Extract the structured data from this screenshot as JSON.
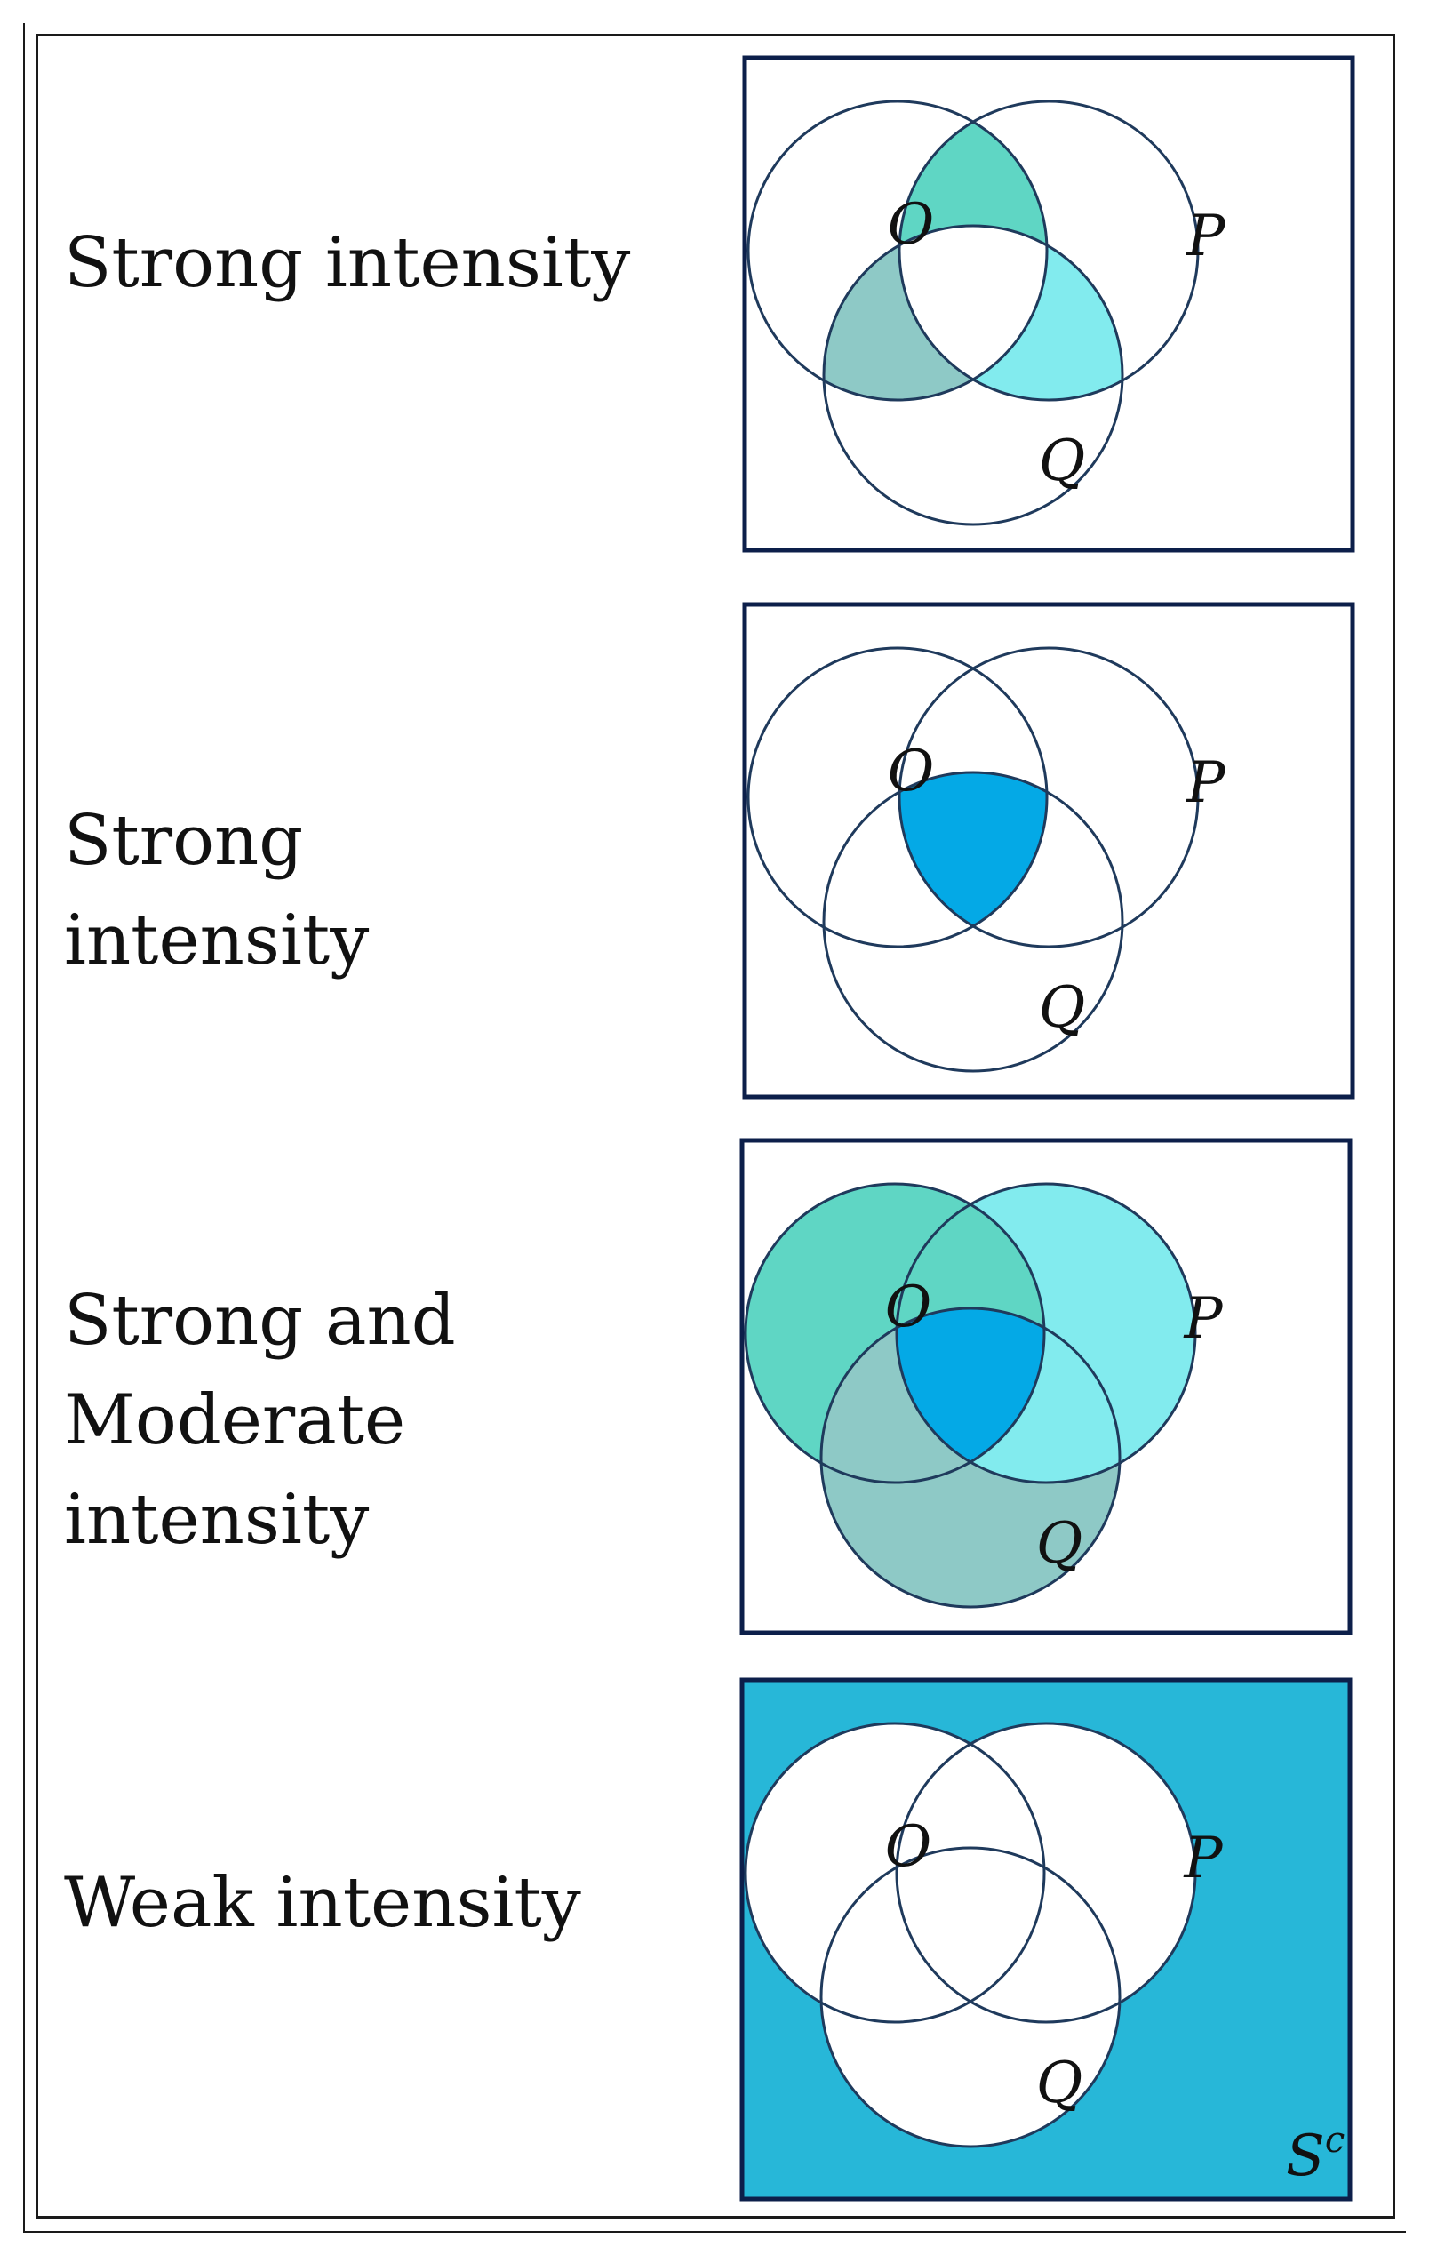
{
  "panels": [
    {
      "id": "p1",
      "label_lines": [
        "Strong intensity"
      ],
      "shaded": [
        "OP_only",
        "OQ_only",
        "PQ_only"
      ],
      "box_fill": "#ffffff"
    },
    {
      "id": "p2",
      "label_lines": [
        "Strong",
        "intensity"
      ],
      "shaded": [
        "OPQ"
      ],
      "box_fill": "#ffffff"
    },
    {
      "id": "p3",
      "label_lines": [
        "Strong and",
        "Moderate",
        "intensity"
      ],
      "shaded": [
        "O_only",
        "P_only",
        "Q_only",
        "OP_only",
        "OQ_only",
        "PQ_only",
        "OPQ"
      ],
      "box_fill": "#ffffff"
    },
    {
      "id": "p4",
      "label_lines": [
        "Weak intensity"
      ],
      "shaded": [
        "complement"
      ],
      "box_fill": "#27b7d8",
      "corner_label": "S",
      "corner_sup": "c"
    }
  ],
  "circle_labels": {
    "o": "O",
    "p": "P",
    "q": "Q"
  },
  "colors": {
    "O_only": "#5fd6c4",
    "P_only": "#82ebee",
    "Q_only": "#8ec9c6",
    "OP_only": "#5fd6c4",
    "OQ_only": "#8ec9c6",
    "PQ_only": "#82ebee",
    "OPQ": "#04a9e6",
    "stroke": "#1f3a5c",
    "box_stroke": "#0c1f4a"
  }
}
